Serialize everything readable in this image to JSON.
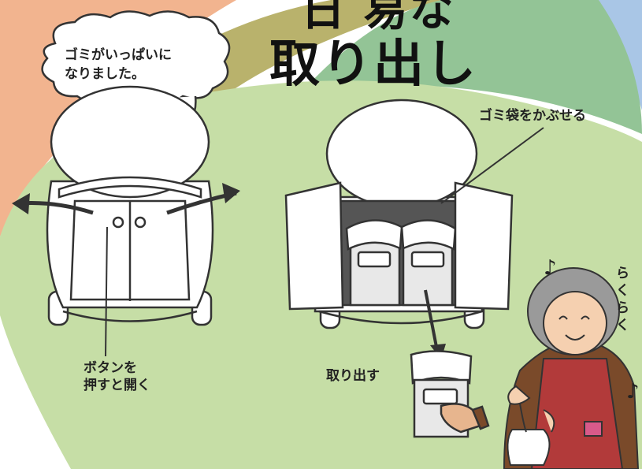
{
  "title": {
    "line1": "日 易な",
    "line2": "取り出し"
  },
  "speech_bubble": {
    "text_line1": "ゴミがいっぱいに",
    "text_line2": "なりました。"
  },
  "labels": {
    "bag": "ゴミ袋をかぶせる",
    "button_line1": "ボタンを",
    "button_line2": "押すと開く",
    "take_out": "取り出す",
    "easy": "らくらく"
  },
  "colors": {
    "peach": "#f2b48f",
    "olive": "#b7b06a",
    "green_dark": "#93c496",
    "green_light": "#c6dea6",
    "blue": "#a9c6e6",
    "apron": "#b23a3a",
    "hair": "#9a9a9a"
  }
}
